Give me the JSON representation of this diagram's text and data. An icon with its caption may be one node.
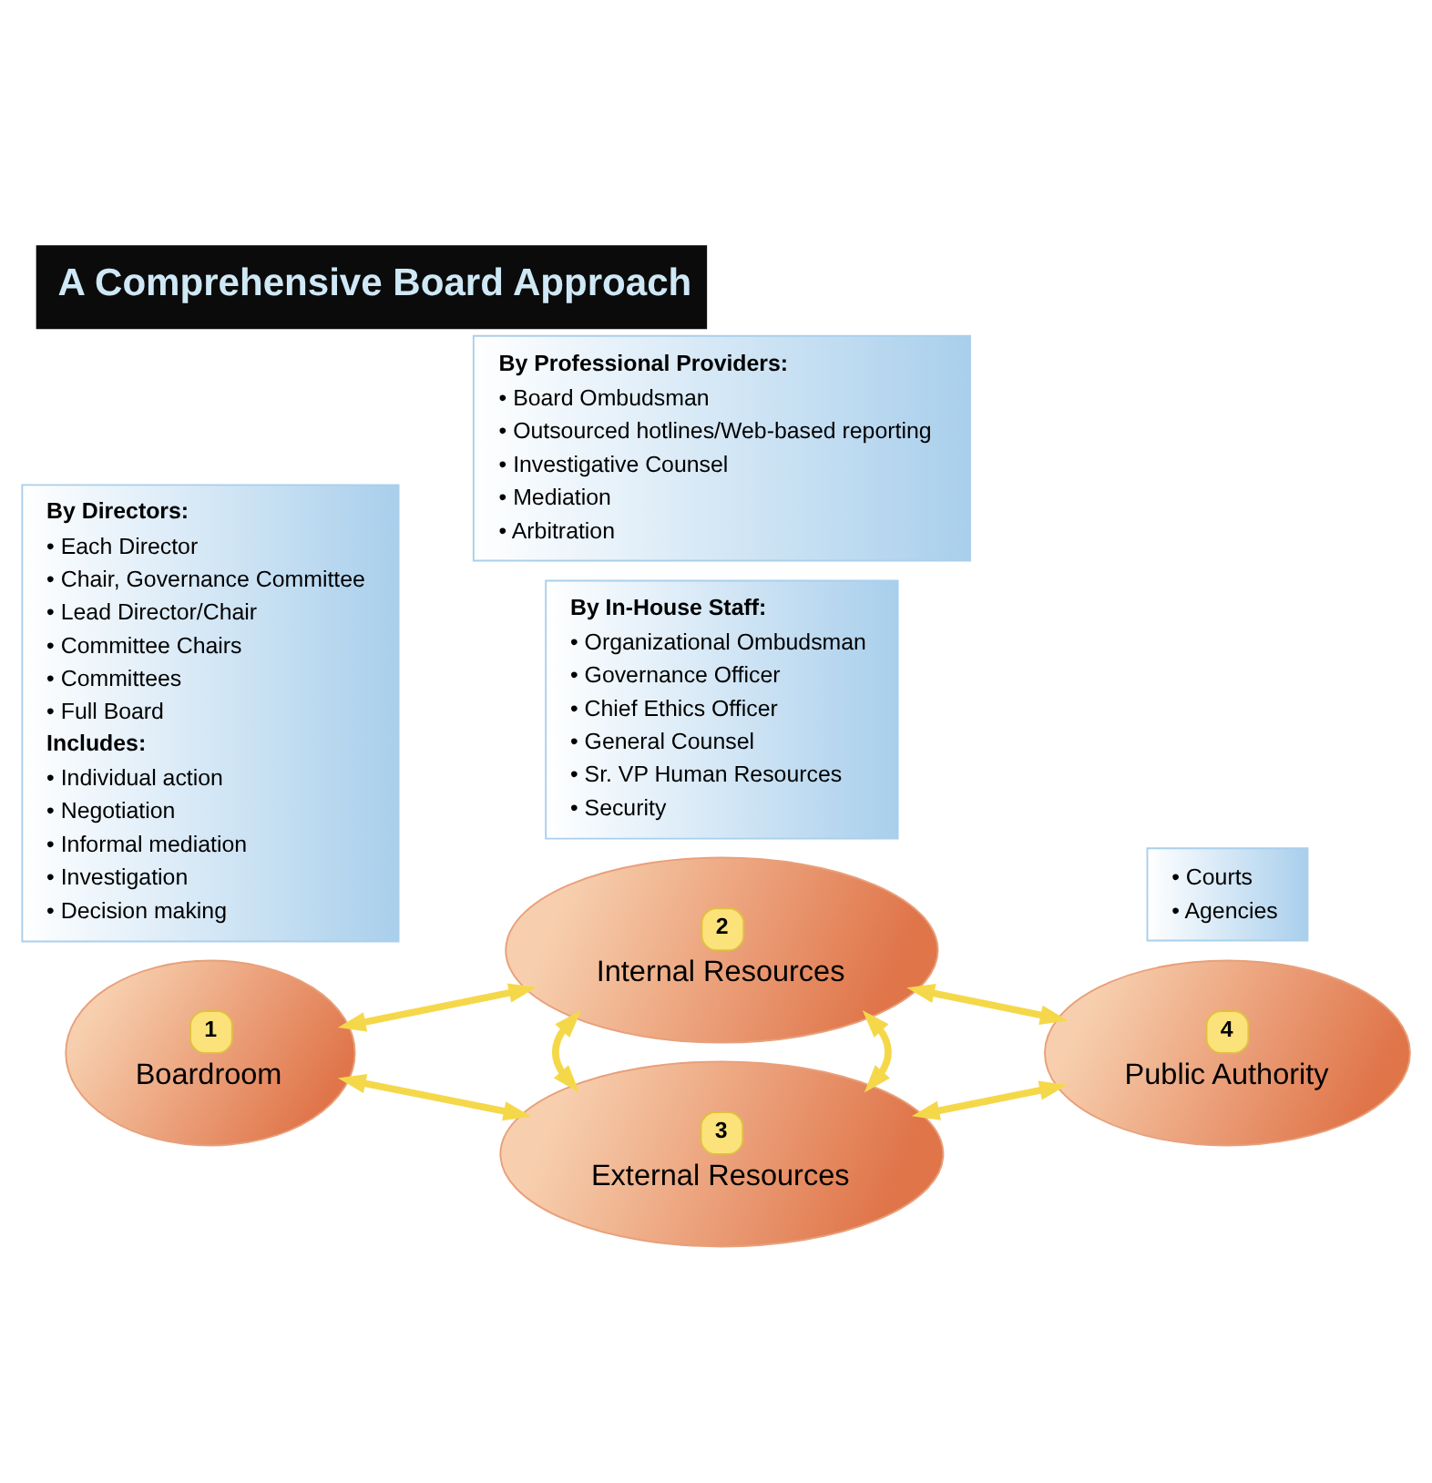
{
  "diagram": {
    "title": "A Comprehensive Board Approach",
    "nodes": [
      {
        "text": [
          "1",
          "Boardroom"
        ]
      },
      {
        "text": [
          "2",
          "Internal Resources"
        ]
      },
      {
        "text": [
          "3",
          "External Resources"
        ]
      },
      {
        "text": [
          "4",
          "Public Authority"
        ]
      },
      {
        "text": [
          "By Directors:",
          "• Each Director",
          "• Chair, Governance Committee",
          "• Lead Director/Chair",
          "• Committee Chairs",
          "• Committees",
          "• Full Board",
          "Includes:",
          "• Individual action",
          "• Negotiation",
          "• Informal mediation",
          "• Investigation",
          "• Decision making"
        ]
      },
      {
        "text": [
          "By In-House Staff:",
          "• Organizational Ombudsman",
          "• Governance Officer",
          "• Chief Ethics Officer",
          "• General Counsel",
          "• Sr. VP Human Resources",
          "• Security"
        ]
      },
      {
        "text": [
          "By Professional Providers:",
          "• Board Ombudsman",
          "• Outsourced hotlines/Web-based reporting",
          "• Investigative Counsel",
          "• Mediation",
          "• Arbitration"
        ]
      },
      {
        "text": [
          "• Courts",
          "• Agencies"
        ]
      }
    ],
    "edges": [
      {
        "from": 0,
        "to": 1,
        "arrow": "both"
      },
      {
        "from": 0,
        "to": 2,
        "arrow": "both"
      },
      {
        "from": 1,
        "to": 2,
        "arrow": "both"
      },
      {
        "from": 2,
        "to": 1,
        "arrow": "both"
      },
      {
        "from": 1,
        "to": 3,
        "arrow": "both"
      },
      {
        "from": 2,
        "to": 3,
        "arrow": "both"
      }
    ]
  }
}
